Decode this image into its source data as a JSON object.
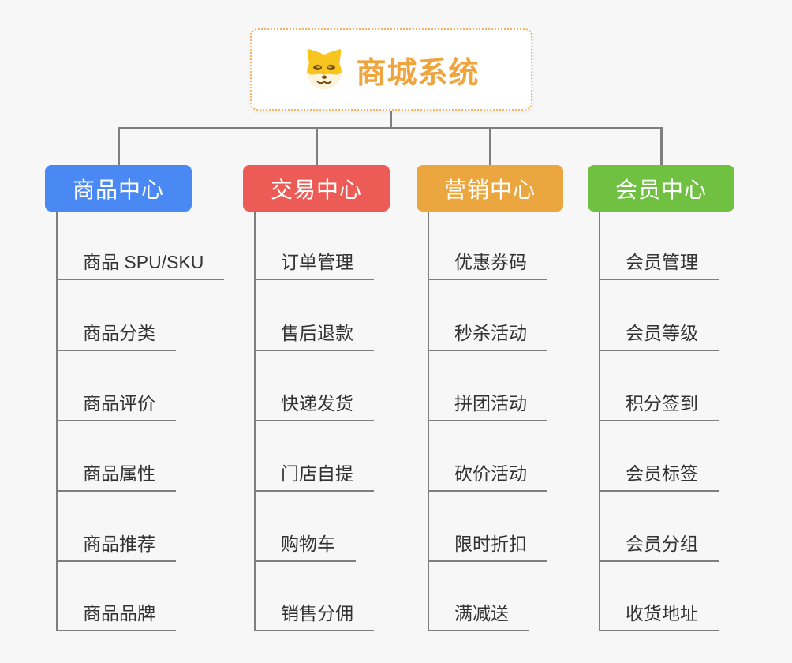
{
  "root": {
    "title": "商城系统",
    "icon": "doge-icon",
    "accent_color": "#f0a43e",
    "border_color": "#f2b35f"
  },
  "connector_color": "#7f7f7f",
  "background_color": "#f7f7f7",
  "branches": [
    {
      "label": "商品中心",
      "color": "#4a89f3",
      "children": [
        "商品 SPU/SKU",
        "商品分类",
        "商品评价",
        "商品属性",
        "商品推荐",
        "商品品牌"
      ]
    },
    {
      "label": "交易中心",
      "color": "#ec5b55",
      "children": [
        "订单管理",
        "售后退款",
        "快递发货",
        "门店自提",
        "购物车",
        "销售分佣"
      ]
    },
    {
      "label": "营销中心",
      "color": "#eba63f",
      "children": [
        "优惠券码",
        "秒杀活动",
        "拼团活动",
        "砍价活动",
        "限时折扣",
        "满减送"
      ]
    },
    {
      "label": "会员中心",
      "color": "#70c142",
      "children": [
        "会员管理",
        "会员等级",
        "积分签到",
        "会员标签",
        "会员分组",
        "收货地址"
      ]
    }
  ]
}
